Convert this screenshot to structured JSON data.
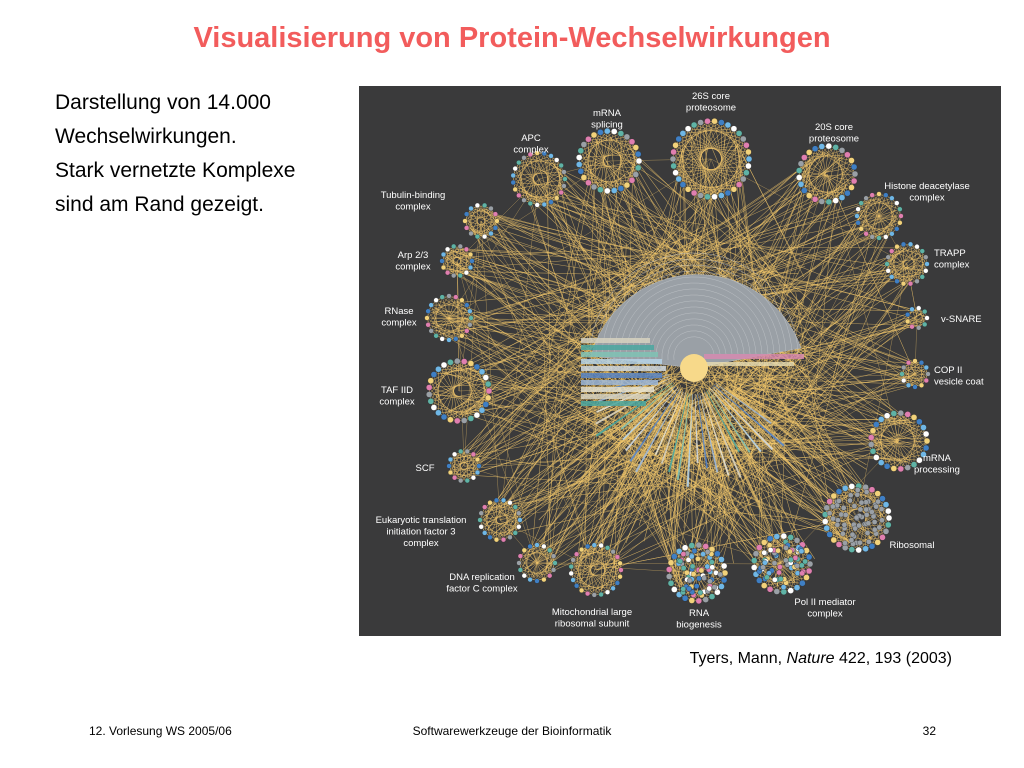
{
  "slide": {
    "title": "Visualisierung von Protein-Wechselwirkungen",
    "body_lines": [
      "Darstellung von 14.000",
      "Wechselwirkungen.",
      "Stark vernetzte Komplexe",
      "sind am Rand gezeigt."
    ]
  },
  "figure": {
    "complexes": [
      {
        "label_lines": [
          "26S core",
          "proteosome"
        ]
      },
      {
        "label_lines": [
          "mRNA",
          "splicing"
        ]
      },
      {
        "label_lines": [
          "APC",
          "complex"
        ]
      },
      {
        "label_lines": [
          "20S core",
          "proteosome"
        ]
      },
      {
        "label_lines": [
          "Histone deacetylase",
          "complex"
        ]
      },
      {
        "label_lines": [
          "Tubulin-binding",
          "complex"
        ]
      },
      {
        "label_lines": [
          "Arp 2/3",
          "complex"
        ]
      },
      {
        "label_lines": [
          "TRAPP",
          "complex"
        ]
      },
      {
        "label_lines": [
          "v-SNARE"
        ]
      },
      {
        "label_lines": [
          "RNase",
          "complex"
        ]
      },
      {
        "label_lines": [
          "COP II",
          "vesicle coat"
        ]
      },
      {
        "label_lines": [
          "TAF IID",
          "complex"
        ]
      },
      {
        "label_lines": [
          "mRNA",
          "processing"
        ]
      },
      {
        "label_lines": [
          "SCF"
        ]
      },
      {
        "label_lines": [
          "Eukaryotic translation",
          "initiation factor 3",
          "complex"
        ]
      },
      {
        "label_lines": [
          "Ribosomal"
        ]
      },
      {
        "label_lines": [
          "DNA replication",
          "factor C complex"
        ]
      },
      {
        "label_lines": [
          "Pol II mediator",
          "complex"
        ]
      },
      {
        "label_lines": [
          "Mitochondrial large",
          "ribosomal subunit"
        ]
      },
      {
        "label_lines": [
          "RNA",
          "biogenesis"
        ]
      }
    ],
    "colors": {
      "background": "#3a3a3b",
      "edges": "#f2c76b",
      "hub": "#9aa0a6"
    }
  },
  "citation": {
    "authors": "Tyers, Mann,",
    "journal": "Nature",
    "details": "422, 193 (2003)"
  },
  "footer": {
    "left": "12. Vorlesung WS 2005/06",
    "center": "Softwarewerkzeuge der Bioinformatik",
    "page": "32"
  }
}
